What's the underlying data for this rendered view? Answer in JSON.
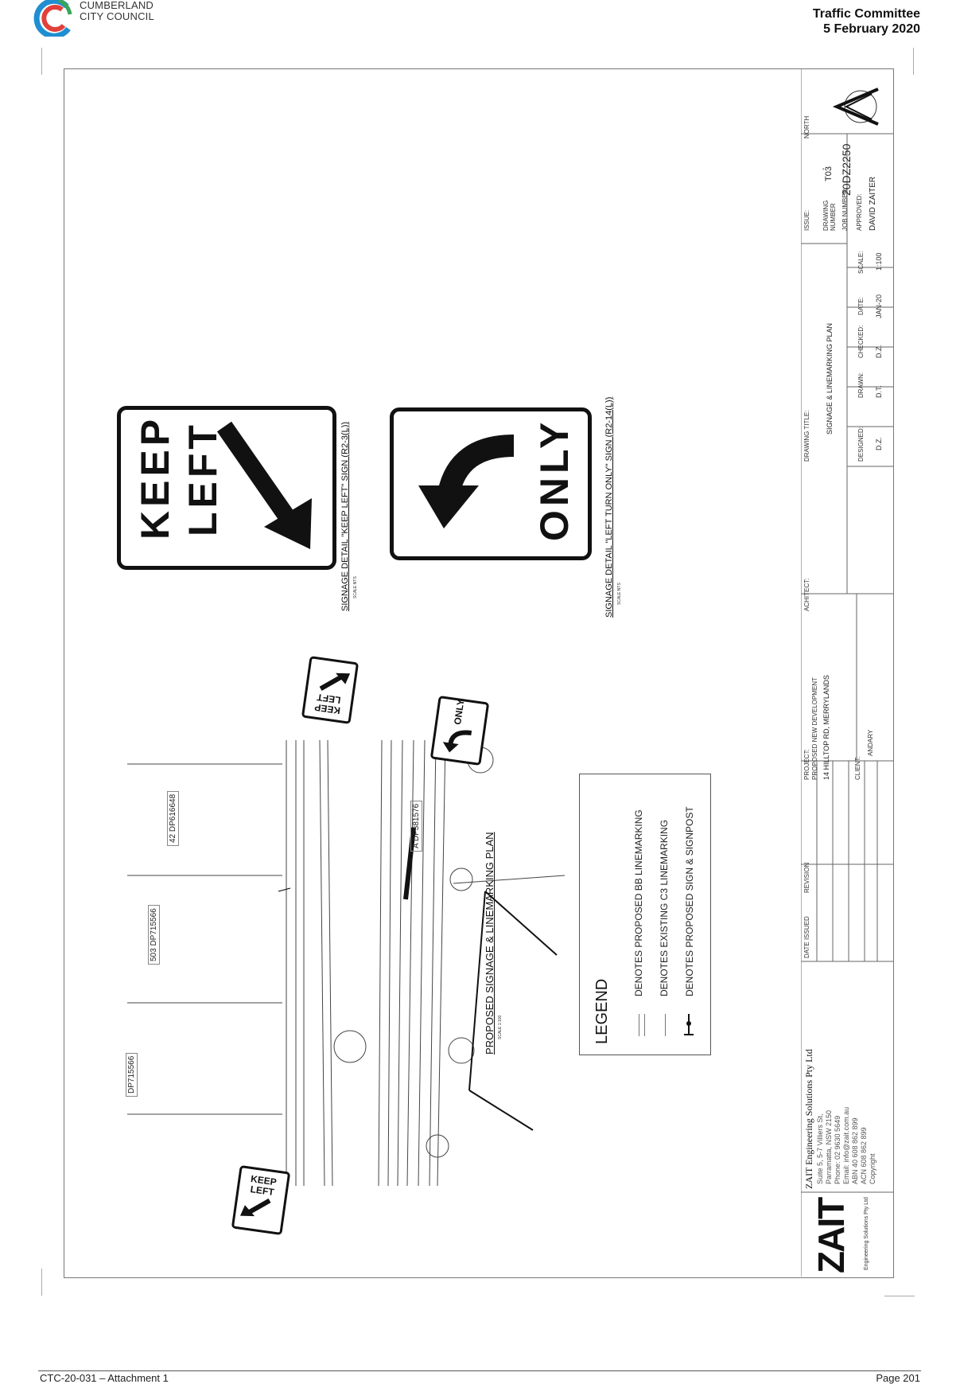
{
  "header": {
    "logo_name_line1": "CUMBERLAND",
    "logo_name_line2": "CITY COUNCIL",
    "meeting": "Traffic Committee",
    "date": "5 February 2020"
  },
  "footer": {
    "reference": "CTC-20-031 – Attachment 1",
    "page": "Page 201"
  },
  "drawing": {
    "plan_title": "PROPOSED SIGNAGE & LINEMARKING PLAN",
    "plan_scale": "SCALE 1:100",
    "legend": {
      "title": "LEGEND",
      "items": [
        "DENOTES PROPOSED BB LINEMARKING",
        "DENOTES EXISTING C3 LINEMARKING",
        "DENOTES PROPOSED SIGN & SIGNPOST"
      ]
    },
    "sign1": {
      "caption": "SIGNAGE DETAIL  \"KEEP LEFT\" SIGN (R2-3(L))",
      "scale": "SCALE NTS",
      "line1": "KEEP",
      "line2": "LEFT"
    },
    "sign2": {
      "caption": "SIGNAGE DETAIL  \"LEFT TURN ONLY\" SIGN (R2-14(L))",
      "scale": "SCALE NTS",
      "word": "ONLY"
    },
    "lots": [
      "DP715566",
      "503 DP715566",
      "42 DP616648",
      "A DP381576"
    ],
    "small_sign_text": "KEEP LEFT",
    "small_only_text": "ONLY"
  },
  "title_block": {
    "company": "ZAIT Engineering Solutions Pty Ltd",
    "company_details": [
      "Suite 5, 5-7 Villiers St,",
      "Parramatta, NSW 2150",
      "Phone: 02 9630 5649",
      "Email: info@zait.com.au",
      "ABN 40 608 862 899",
      "ACN 608 862 899",
      "Copyright"
    ],
    "logo": "ZAIT",
    "logo_sub": "Engineering Solutions Pty Ltd",
    "date_issued_label": "DATE ISSUED",
    "revision_label": "REVISION",
    "project_label": "PROJECT:",
    "project_line1": "PROPOSED NEW DEVELOPMENT",
    "project_line2": "14 HILLTOP RD, MERRYLANDS",
    "client_label": "CLIENT:",
    "client": "ANDARY",
    "architect_label": "ACHITECT:",
    "drawing_title_label": "DRAWING TITLE:",
    "drawing_title": "SIGNAGE & LINEMARKING PLAN",
    "designed_label": "DESIGNED:",
    "designed": "D.Z.",
    "drawn_label": "DRAWN:",
    "drawn": "D.T.",
    "checked_label": "CHECKED:",
    "checked": "D.Z.",
    "date_label": "DATE:",
    "date": "JAN-20",
    "scale_label": "SCALE:",
    "scale": "1:100",
    "issue_label": "ISSUE:",
    "issue": "-",
    "drawing_number_label": "DRAWING NUMBER",
    "drawing_number": "T03",
    "job_number_label": "JOB NUMBER:",
    "job_number": "20DZ2250",
    "approved_label": "APPROVED:",
    "approved": "DAVID ZAITER",
    "north_label": "NORTH"
  }
}
